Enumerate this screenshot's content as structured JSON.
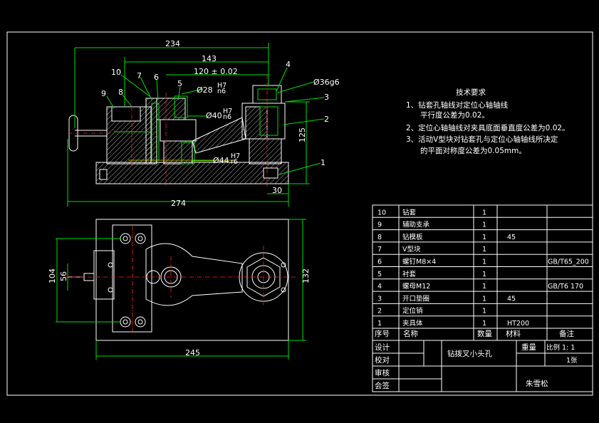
{
  "dimensions": {
    "d234": "234",
    "d143": "143",
    "d120": "120 ± 0.02",
    "d274": "274",
    "d125": "125",
    "d30": "30",
    "d245": "245",
    "d104": "104",
    "d56": "56",
    "d132": "132",
    "fit28": "Ø28",
    "fit40": "Ø40",
    "fit44": "Ø44",
    "fit36": "Ø36g6",
    "tol_h7": "H7",
    "tol_n6": "n6",
    "tol_r6": "r6"
  },
  "balloons": [
    "10",
    "7",
    "6",
    "9",
    "8",
    "5",
    "4",
    "3",
    "2",
    "1"
  ],
  "tech_notes": {
    "title": "技术要求",
    "items": [
      "1、钻套孔轴线对定位心轴轴线",
      "平行度公差为0.02。",
      "2、定位心轴轴线对夹具底面垂直度公差为0.02。",
      "3、活动V型块对钻套孔与定位心轴轴线所决定",
      "的平面对称度公差为0.05mm。"
    ]
  },
  "parts_list": [
    {
      "no": "10",
      "name": "钻套",
      "qty": "1",
      "material": "",
      "note": ""
    },
    {
      "no": "9",
      "name": "辅助支承",
      "qty": "1",
      "material": "",
      "note": ""
    },
    {
      "no": "8",
      "name": "钻模板",
      "qty": "1",
      "material": "45",
      "note": ""
    },
    {
      "no": "7",
      "name": "V型块",
      "qty": "1",
      "material": "",
      "note": ""
    },
    {
      "no": "6",
      "name": "螺钉M8×4",
      "qty": "1",
      "material": "",
      "note": "GB/T65_200"
    },
    {
      "no": "5",
      "name": "衬套",
      "qty": "1",
      "material": "",
      "note": ""
    },
    {
      "no": "4",
      "name": "螺母M12",
      "qty": "1",
      "material": "",
      "note": "GB/T6 170"
    },
    {
      "no": "3",
      "name": "开口垫圈",
      "qty": "1",
      "material": "45",
      "note": ""
    },
    {
      "no": "2",
      "name": "定位销",
      "qty": "1",
      "material": "",
      "note": ""
    },
    {
      "no": "1",
      "name": "夹具体",
      "qty": "1",
      "material": "HT200",
      "note": ""
    }
  ],
  "parts_header": {
    "no": "序号",
    "name": "名称",
    "qty": "数量",
    "material": "材料",
    "note": "备注"
  },
  "title_block": {
    "design": "设计",
    "check": "校对",
    "review": "审核",
    "approve": "会签",
    "drawing_name": "钻拨叉小头孔",
    "weight": "重量",
    "scale": "比例 1: 1",
    "sheets": "1张",
    "designer": "朱雪松"
  }
}
